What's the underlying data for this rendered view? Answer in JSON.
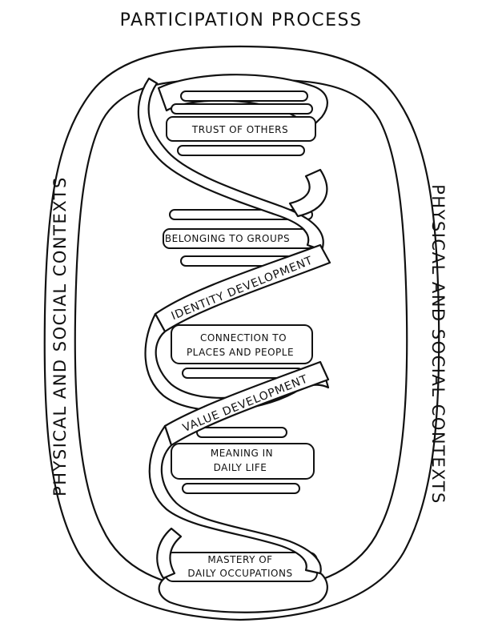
{
  "title": "PARTICIPATION PROCESS",
  "context": {
    "left_label": "PHYSICAL AND SOCIAL CONTEXTS",
    "right_label": "PHYSICAL AND SOCIAL CONTEXTS"
  },
  "rungs": {
    "trust": "TRUST OF OTHERS",
    "belonging": "BELONGING TO GROUPS",
    "connection_line1": "CONNECTION TO",
    "connection_line2": "PLACES AND PEOPLE",
    "meaning_line1": "MEANING IN",
    "meaning_line2": "DAILY LIFE",
    "mastery_line1": "MASTERY OF",
    "mastery_line2": "DAILY OCCUPATIONS"
  },
  "strands": {
    "identity": "IDENTITY DEVELOPMENT",
    "value": "VALUE DEVELOPMENT"
  }
}
